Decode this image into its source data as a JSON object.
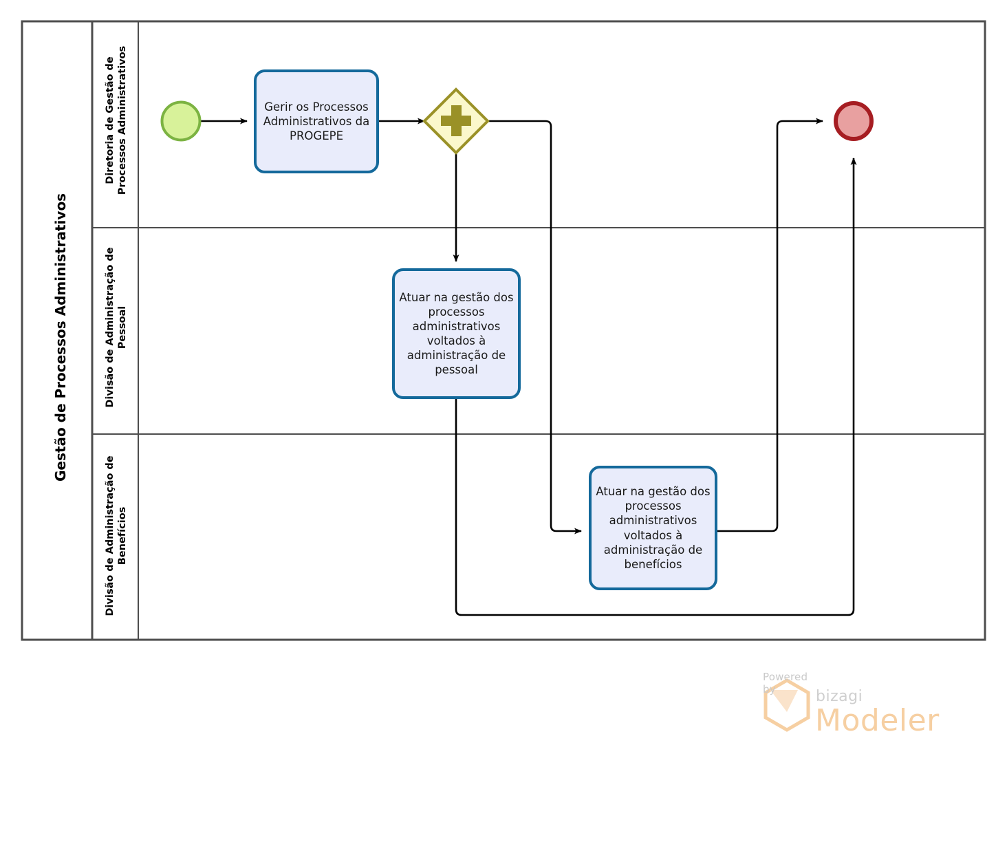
{
  "diagram": {
    "type": "bpmn-process-diagram",
    "notation": "BPMN 2.0",
    "pool": {
      "label": "Gestão de Processos Administrativos",
      "lanes": [
        {
          "id": "lane-diretoria",
          "label": "Diretoria de Gestão de Processos Administrativos"
        },
        {
          "id": "lane-pessoal",
          "label": "Divisão de Administração de Pessoal"
        },
        {
          "id": "lane-beneficios",
          "label": "Divisão de Administração de Benefícios"
        }
      ]
    },
    "events": [
      {
        "id": "start-event",
        "kind": "start",
        "lane": "lane-diretoria",
        "label": ""
      },
      {
        "id": "end-event",
        "kind": "end",
        "lane": "lane-diretoria",
        "label": ""
      }
    ],
    "gateways": [
      {
        "id": "parallel-gateway",
        "kind": "parallel",
        "symbol": "+",
        "lane": "lane-diretoria",
        "label": ""
      }
    ],
    "tasks": [
      {
        "id": "task-gerir-processos",
        "lane": "lane-diretoria",
        "label": "Gerir os Processos Administrativos da PROGEPE"
      },
      {
        "id": "task-gestao-pessoal",
        "lane": "lane-pessoal",
        "label": "Atuar na gestão dos processos administrativos voltados à administração de pessoal"
      },
      {
        "id": "task-gestao-beneficios",
        "lane": "lane-beneficios",
        "label": "Atuar na gestão dos processos administrativos voltados à administração de benefícios"
      }
    ],
    "flows": [
      {
        "id": "flow-start-to-gerir",
        "from": "start-event",
        "to": "task-gerir-processos",
        "label": ""
      },
      {
        "id": "flow-gerir-to-gateway",
        "from": "task-gerir-processos",
        "to": "parallel-gateway",
        "label": ""
      },
      {
        "id": "flow-gateway-to-pessoal",
        "from": "parallel-gateway",
        "to": "task-gestao-pessoal",
        "label": ""
      },
      {
        "id": "flow-gateway-to-beneficios",
        "from": "parallel-gateway",
        "to": "task-gestao-beneficios",
        "label": ""
      },
      {
        "id": "flow-beneficios-to-end",
        "from": "task-gestao-beneficios",
        "to": "end-event",
        "label": ""
      },
      {
        "id": "flow-pessoal-to-end",
        "from": "task-gestao-pessoal",
        "to": "end-event",
        "label": ""
      }
    ]
  },
  "branding": {
    "powered_by": "Powered by",
    "bizagi": "bizagi",
    "modeler": "Modeler"
  },
  "colors": {
    "pool_border": "#4d4d4d",
    "task_border": "#14699b",
    "task_fill": "#e9ecfb",
    "gateway_border": "#9a9127",
    "gateway_fill": "#fbf8cc",
    "gateway_symbol": "#9a9127",
    "start_border": "#7cb342",
    "start_fill": "#d8f29a",
    "end_border": "#a61d22",
    "end_fill": "#e8a0a0",
    "flow_line": "#000000",
    "brand_modeler": "#f6cfa2",
    "brand_gray": "#cfcfcf"
  }
}
